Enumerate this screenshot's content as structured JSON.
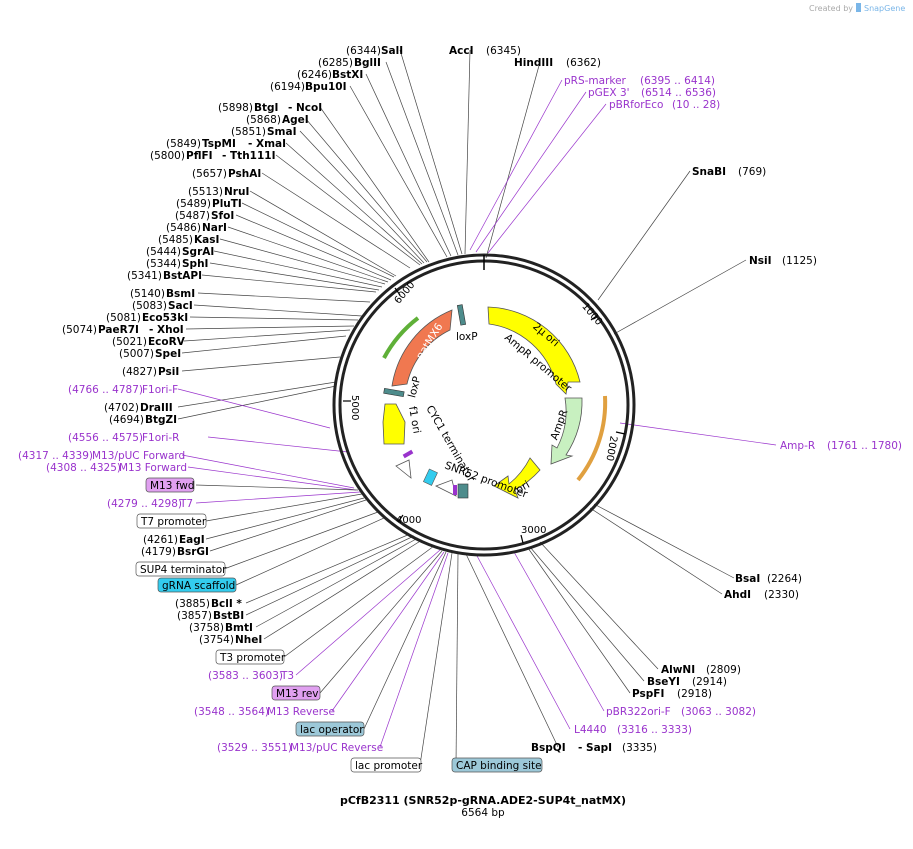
{
  "header": {
    "created_by": "Created by",
    "brand": "SnapGene"
  },
  "plasmid": {
    "name": "pCfB2311 (SNR52p-gRNA.ADE2-SUP4t_natMX)",
    "length_label": "6564 bp",
    "ticks": [
      "1000",
      "2000",
      "3000",
      "4000",
      "5000",
      "6000"
    ]
  },
  "features": {
    "loxP_top": "loxP",
    "natMX6": "natMX6",
    "loxP_left": "loxP",
    "two_mu_ori": "2μ ori",
    "ampr_promoter": "AmpR promoter",
    "ampr": "AmpR",
    "ori": "ori",
    "cyc1": "CYC1 terminator",
    "f1_ori": "f1 ori",
    "snr52": "SNR52 promoter"
  },
  "enzymes": {
    "SalI": {
      "n": "(6344)",
      "name": "SalI"
    },
    "AccI": {
      "name": "AccI",
      "n": "(6345)"
    },
    "BglII": {
      "n": "(6285)",
      "name": "BglII"
    },
    "HindIII": {
      "name": "HindIII",
      "n": "(6362)"
    },
    "BstXI": {
      "n": "(6246)",
      "name": "BstXI"
    },
    "Bpu10I": {
      "n": "(6194)",
      "name": "Bpu10I"
    },
    "BtgI": {
      "n": "(5898)",
      "name": "BtgI",
      "extra": "- NcoI"
    },
    "AgeI": {
      "n": "(5868)",
      "name": "AgeI"
    },
    "SmaI": {
      "n": "(5851)",
      "name": "SmaI"
    },
    "TspMI": {
      "n": "(5849)",
      "name": "TspMI",
      "extra": "- XmaI"
    },
    "PflFI": {
      "n": "(5800)",
      "name": "PflFI",
      "extra": "- Tth111I"
    },
    "PshAI": {
      "n": "(5657)",
      "name": "PshAI"
    },
    "NruI": {
      "n": "(5513)",
      "name": "NruI"
    },
    "PluTI": {
      "n": "(5489)",
      "name": "PluTI"
    },
    "SfoI": {
      "n": "(5487)",
      "name": "SfoI"
    },
    "NarI": {
      "n": "(5486)",
      "name": "NarI"
    },
    "KasI": {
      "n": "(5485)",
      "name": "KasI"
    },
    "SgrAI": {
      "n": "(5444)",
      "name": "SgrAI"
    },
    "SphI": {
      "n": "(5344)",
      "name": "SphI"
    },
    "BstAPI": {
      "n": "(5341)",
      "name": "BstAPI"
    },
    "BsmI": {
      "n": "(5140)",
      "name": "BsmI"
    },
    "SacI": {
      "n": "(5083)",
      "name": "SacI"
    },
    "Eco53kI": {
      "n": "(5081)",
      "name": "Eco53kI"
    },
    "PaeR7I": {
      "n": "(5074)",
      "name": "PaeR7I",
      "extra": "- XhoI"
    },
    "EcoRV": {
      "n": "(5021)",
      "name": "EcoRV"
    },
    "SpeI": {
      "n": "(5007)",
      "name": "SpeI"
    },
    "PsiI": {
      "n": "(4827)",
      "name": "PsiI"
    },
    "DraIII": {
      "n": "(4702)",
      "name": "DraIII"
    },
    "BtgZI": {
      "n": "(4694)",
      "name": "BtgZI"
    },
    "EagI": {
      "n": "(4261)",
      "name": "EagI"
    },
    "BsrGI": {
      "n": "(4179)",
      "name": "BsrGI"
    },
    "BclI": {
      "n": "(3885)",
      "name": "BclI *"
    },
    "BstBI": {
      "n": "(3857)",
      "name": "BstBI"
    },
    "BmtI": {
      "n": "(3758)",
      "name": "BmtI"
    },
    "NheI": {
      "n": "(3754)",
      "name": "NheI"
    },
    "SnaBI": {
      "name": "SnaBI",
      "n": "(769)"
    },
    "NsiI": {
      "name": "NsiI",
      "n": "(1125)"
    },
    "BsaI": {
      "name": "BsaI",
      "n": "(2264)"
    },
    "AhdI": {
      "name": "AhdI",
      "n": "(2330)"
    },
    "AlwNI": {
      "name": "AlwNI",
      "n": "(2809)"
    },
    "BseYI": {
      "name": "BseYI",
      "n": "(2914)"
    },
    "PspFI": {
      "name": "PspFI",
      "n": "(2918)"
    },
    "BspQI": {
      "name": "BspQI",
      "extra": "- SapI",
      "n": "(3335)"
    }
  },
  "primers": {
    "pRS": {
      "name": "pRS-marker",
      "range": "(6395 .. 6414)"
    },
    "pGEX": {
      "name": "pGEX 3'",
      "range": "(6514 .. 6536)"
    },
    "pBRforEco": {
      "name": "pBRforEco",
      "range": "(10 .. 28)"
    },
    "AmpR": {
      "name": "Amp-R",
      "range": "(1761 .. 1780)"
    },
    "pBR322ori": {
      "name": "pBR322ori-F",
      "range": "(3063 .. 3082)"
    },
    "L4440": {
      "name": "L4440",
      "range": "(3316 .. 3333)"
    },
    "F1oriF": {
      "name": "F1ori-F",
      "range": "(4766 .. 4787)"
    },
    "F1oriR": {
      "name": "F1ori-R",
      "range": "(4556 .. 4575)"
    },
    "M13pUCF": {
      "name": "M13/pUC Forward",
      "range": "(4317 .. 4339)"
    },
    "M13F": {
      "name": "M13 Forward",
      "range": "(4308 .. 4325)"
    },
    "T7": {
      "name": "T7",
      "range": "(4279 .. 4298)"
    },
    "T3": {
      "name": "T3",
      "range": "(3583 .. 3603)"
    },
    "M13R": {
      "name": "M13 Reverse",
      "range": "(3548 .. 3564)"
    },
    "M13pUCR": {
      "name": "M13/pUC Reverse",
      "range": "(3529 .. 3551)"
    }
  },
  "boxes": {
    "m13fwd": "M13 fwd",
    "t7prom": "T7 promoter",
    "sup4": "SUP4 terminator",
    "grna": "gRNA scaffold",
    "t3prom": "T3 promoter",
    "m13rev": "M13 rev",
    "lacop": "lac operator",
    "lacprom": "lac promoter",
    "cap": "CAP binding site"
  },
  "colors": {
    "primer": "#9933cc",
    "yellow": "#ffff00",
    "natMX6": "#f07850",
    "AmpR": "#c8f0c0",
    "loxP": "#4e8c8c",
    "purple_box": "#e0a0f0",
    "cyan_box": "#33ccee",
    "teal_box": "#9cc8d8"
  }
}
